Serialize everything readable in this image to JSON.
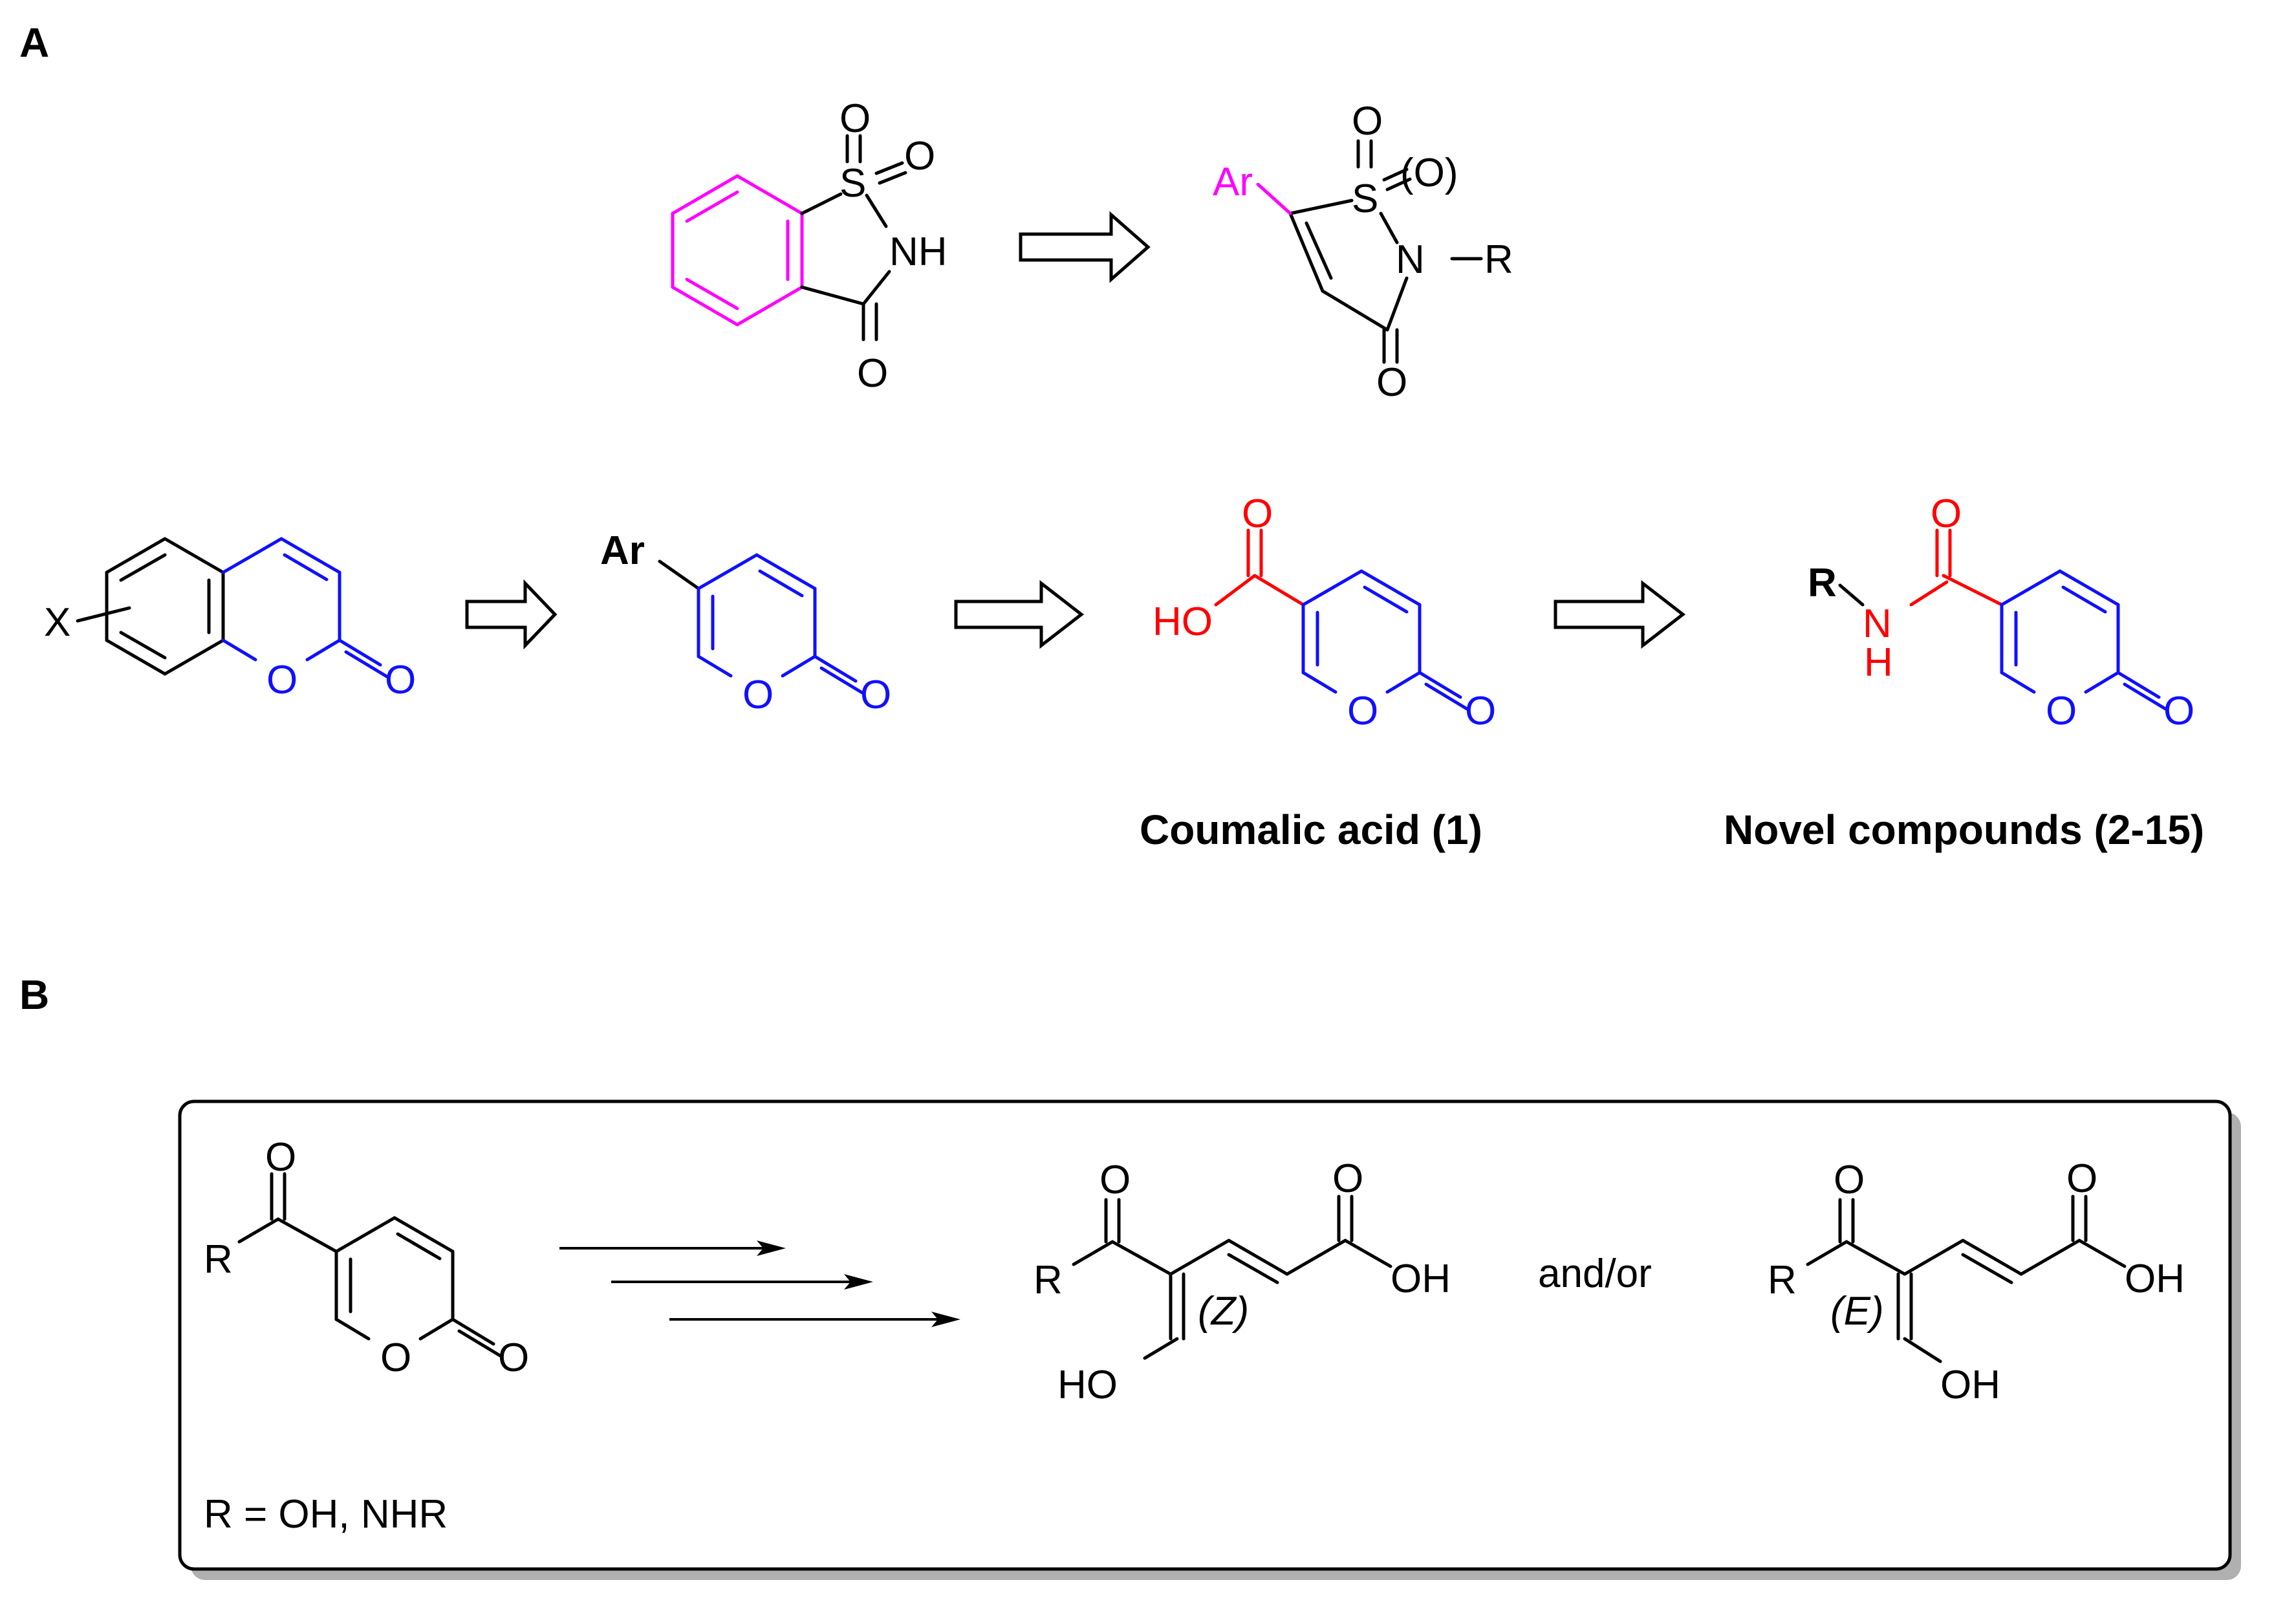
{
  "panels": {
    "a": "A",
    "b": "B"
  },
  "captions": {
    "coumalic": "Coumalic acid (1)",
    "novel": "Novel compounds (2-15)"
  },
  "atoms": {
    "O": "O",
    "S": "S",
    "NH": "NH",
    "N": "N",
    "H": "H",
    "R": "R",
    "Ar": "Ar",
    "X": "X",
    "HO": "HO",
    "OH": "OH",
    "paren_o": "(O)"
  },
  "panel_b": {
    "r_def": "R = OH, NHR",
    "and_or": "and/or",
    "z_label": "(Z)",
    "e_label": "(E)"
  },
  "colors": {
    "black": "#000000",
    "blue": "#1010ff",
    "magenta": "#ff00ff",
    "red": "#ff0000",
    "shadow": "#b0b0b0"
  }
}
